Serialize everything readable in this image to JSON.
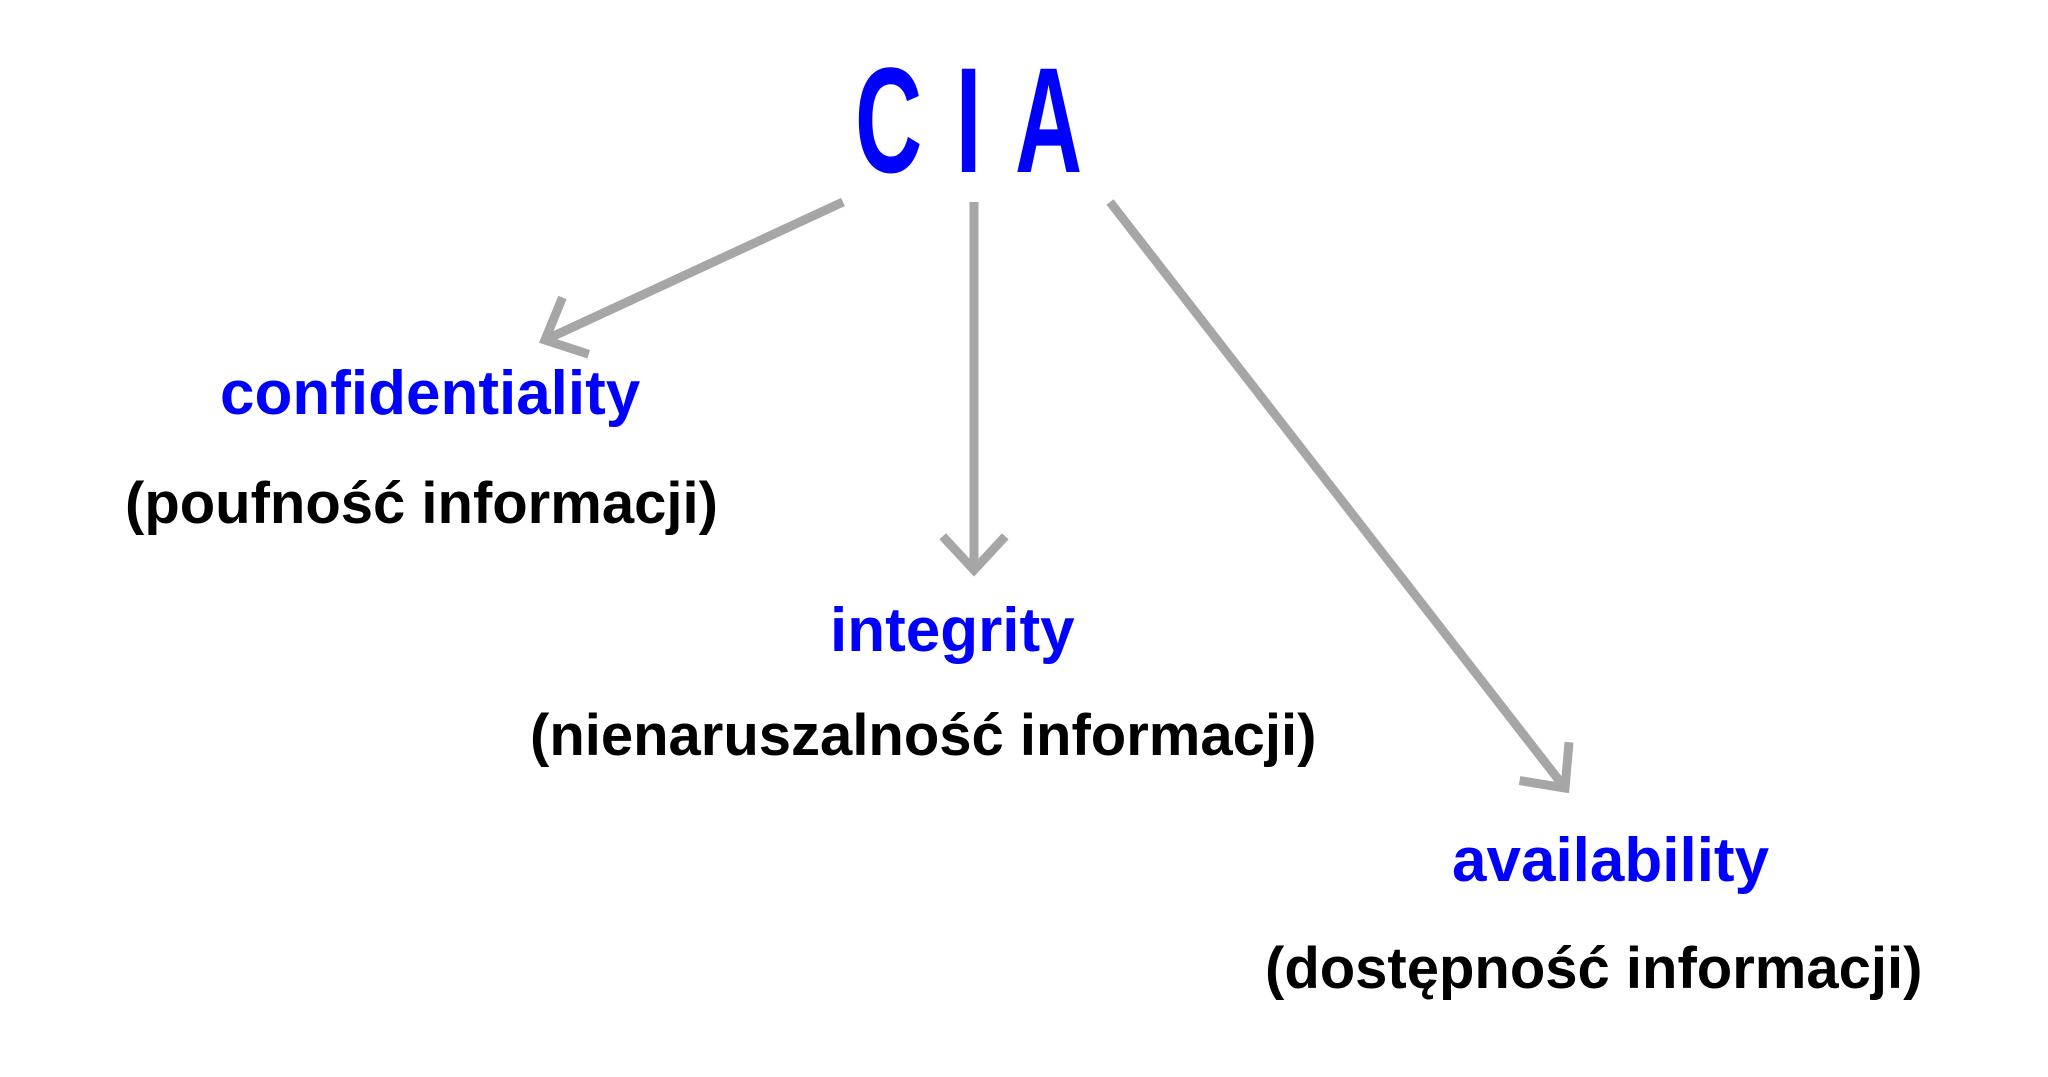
{
  "title_letters": [
    "C",
    "I",
    "A"
  ],
  "nodes": {
    "confidentiality": {
      "term": "confidentiality",
      "description": "(poufność informacji)"
    },
    "integrity": {
      "term": "integrity",
      "description": "(nienaruszalność informacji)"
    },
    "availability": {
      "term": "availability",
      "description": "(dostępność informacji)"
    }
  },
  "colors": {
    "title": "#0000ff",
    "term": "#0000ff",
    "description": "#000000",
    "arrow": "#a6a6a6"
  }
}
